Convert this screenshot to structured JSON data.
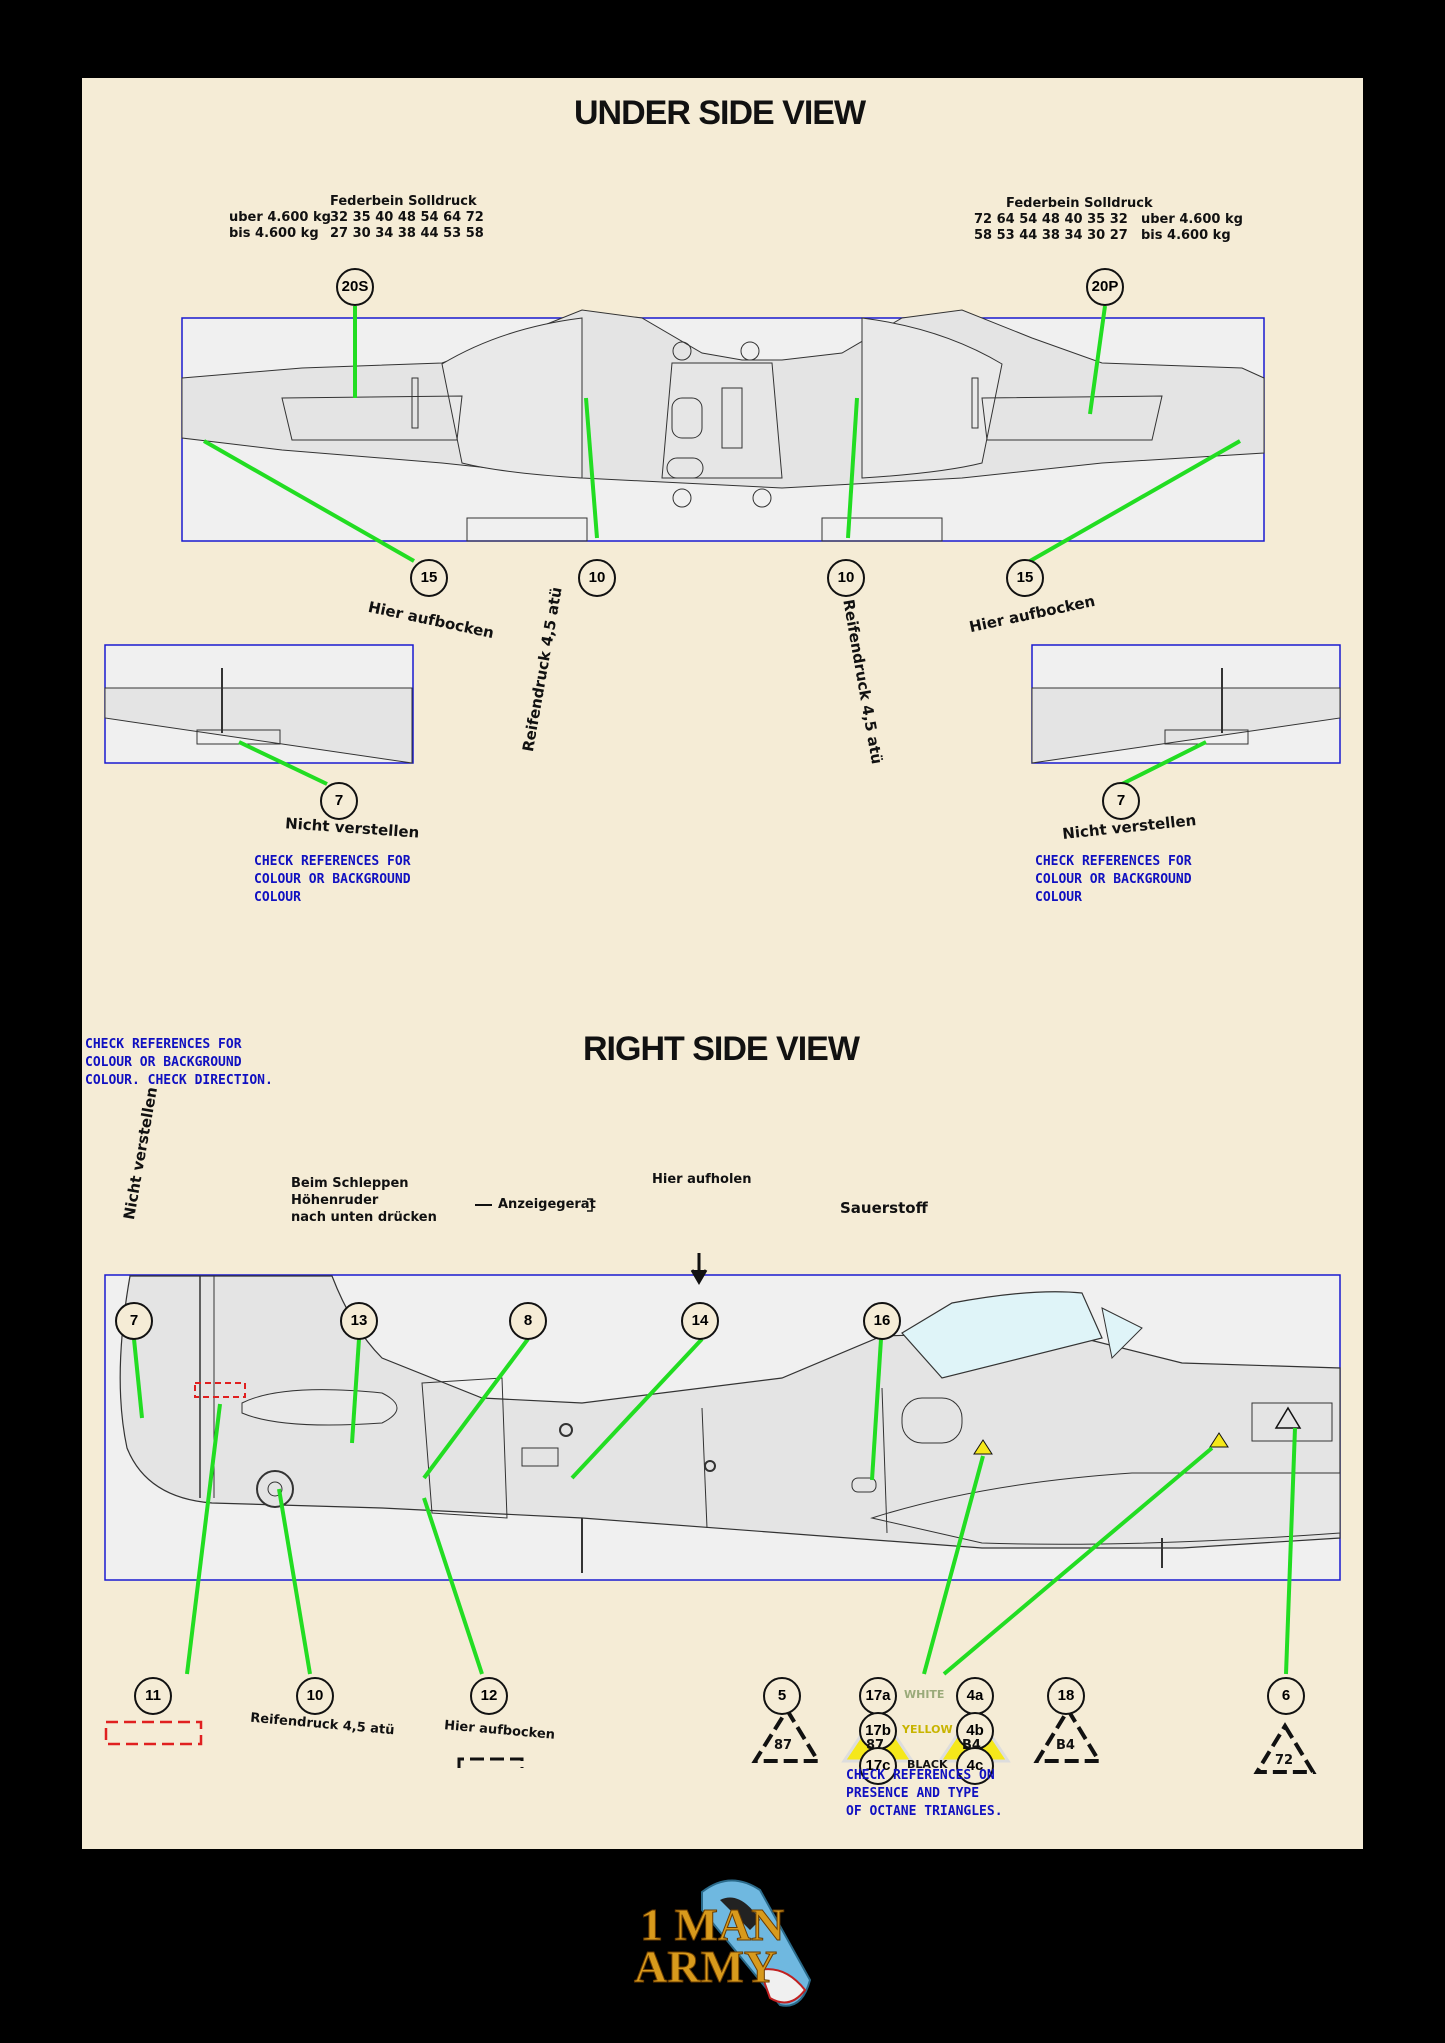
{
  "colors": {
    "sheet": "#f5ecd6",
    "frame": "#1a1ad0",
    "leader": "#22dd22",
    "note": "#1010c0",
    "octane_yellow": "#f5e81a",
    "red_dash": "#e02020"
  },
  "under": {
    "title": "UNDER SIDE VIEW",
    "left_table": {
      "heading": "Federbein Solldruck",
      "row1_label": "uber 4.600 kg",
      "row1_values": "32 35 40 48 54 64 72",
      "row2_label": "bis    4.600 kg",
      "row2_values": "27 30 34 38 44 53 58"
    },
    "right_table": {
      "heading": "Federbein Solldruck",
      "row1_values": "72 64 54 48 40 35 32",
      "row1_label": "uber 4.600 kg",
      "row2_values": "58 53 44 38 34 30 27",
      "row2_label": "bis    4.600 kg"
    },
    "markers": {
      "m20s": "20S",
      "m20p": "20P",
      "m15a": "15",
      "m10a": "10",
      "m10b": "10",
      "m15b": "15",
      "m7a": "7",
      "m7b": "7"
    },
    "labels": {
      "hier_aufbocken_left": "Hier aufbocken",
      "hier_aufbocken_right": "Hier aufbocken",
      "reifendruck_left": "Reifendruck 4,5 atü",
      "reifendruck_right": "Reifendruck 4,5 atü",
      "nicht_verstellen_left": "Nicht verstellen",
      "nicht_verstellen_right": "Nicht verstellen"
    },
    "notes": {
      "left": "CHECK REFERENCES FOR\nCOLOUR OR BACKGROUND\nCOLOUR",
      "right": "CHECK REFERENCES FOR\nCOLOUR OR BACKGROUND\nCOLOUR"
    }
  },
  "side": {
    "title": "RIGHT SIDE VIEW",
    "note_top": "CHECK REFERENCES FOR\nCOLOUR OR BACKGROUND\nCOLOUR. CHECK DIRECTION.",
    "labels": {
      "nicht_verstellen": "Nicht verstellen",
      "beim_schleppen": "Beim Schleppen\nHöhenruder\nnach unten drücken",
      "anzeigegerat": "Anzeigegerat",
      "hier_aufholen": "Hier aufholen",
      "sauerstoff": "Sauerstoff",
      "reifendruck": "Reifendruck 4,5 atü",
      "hier_aufbocken": "Hier aufbocken",
      "white": "WHITE",
      "yellow": "YELLOW",
      "black": "BLACK"
    },
    "markers": {
      "m7": "7",
      "m13": "13",
      "m8": "8",
      "m14": "14",
      "m16": "16",
      "m11": "11",
      "m10": "10",
      "m12": "12",
      "m5": "5",
      "m17a": "17a",
      "m17b": "17b",
      "m17c": "17c",
      "m4a": "4a",
      "m4b": "4b",
      "m4c": "4c",
      "m18": "18",
      "m6": "6"
    },
    "triangles": {
      "t87_outline": "87",
      "t87_yellow": "87",
      "tb4_yellow": "B4",
      "tb4_outline": "B4",
      "t72": "72"
    },
    "note_octane": "CHECK REFERENCES ON\nPRESENCE AND TYPE\nOF OCTANE TRIANGLES."
  },
  "logo": {
    "line1": "1 MAN",
    "line2": "ARMY"
  }
}
